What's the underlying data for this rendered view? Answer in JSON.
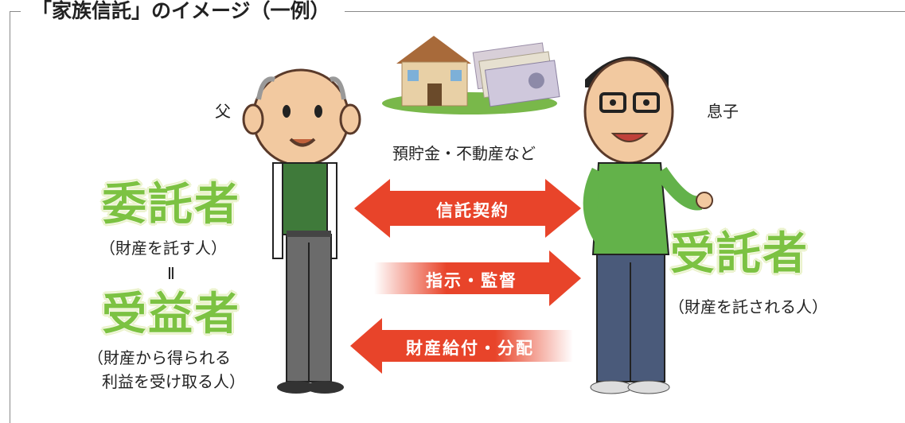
{
  "title": "「家族信託」のイメージ（一例）",
  "people": {
    "father_label": "父",
    "son_label": "息子"
  },
  "assets_label": "預貯金・不動産など",
  "roles": {
    "entruster": "委託者",
    "entruster_note": "（財産を託す人）",
    "equals": "Ⅱ",
    "beneficiary": "受益者",
    "beneficiary_note_1": "（財産から得られる",
    "beneficiary_note_2": "利益を受け取る人）",
    "trustee": "受託者",
    "trustee_note": "（財産を託される人）"
  },
  "arrows": {
    "trust_contract": "信託契約",
    "instruction": "指示・監督",
    "distribution": "財産給付・分配"
  },
  "colors": {
    "role_green": "#7cc242",
    "arrow_red": "#e8442a"
  }
}
